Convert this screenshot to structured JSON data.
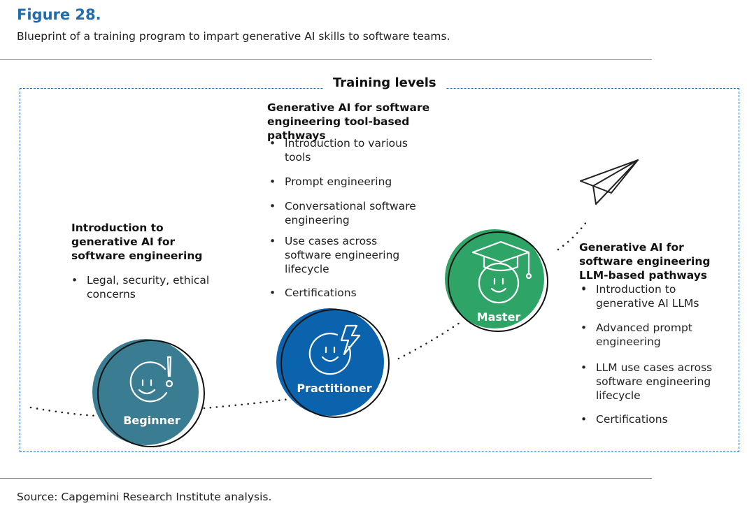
{
  "figure": {
    "title": "Figure 28.",
    "subtitle": "Blueprint of a training program to impart generative AI skills to software teams."
  },
  "diagram": {
    "frame_title": "Training levels",
    "levels": [
      {
        "label": "Beginner",
        "color": "#3a7d93",
        "icon": "smiley-exclamation-icon",
        "heading": "Introduction to generative AI for software engineering",
        "bullets": [
          "Legal, security, ethical concerns"
        ]
      },
      {
        "label": "Practitioner",
        "color": "#0b63ad",
        "icon": "smiley-lightning-icon",
        "heading": "Generative AI for software engineering tool-based pathways",
        "bullets": [
          "Introduction to various tools",
          "Prompt engineering",
          "Conversational software engineering",
          "Use cases across software engineering lifecycle",
          "Certifications"
        ]
      },
      {
        "label": "Master",
        "color": "#2ea466",
        "icon": "smiley-graduation-cap-icon",
        "heading": "Generative AI for software engineering LLM-based pathways",
        "bullets": [
          "",
          "Introduction to generative AI LLMs",
          "Advanced prompt engineering",
          "LLM use cases across software engineering lifecycle",
          "Certifications"
        ]
      }
    ],
    "end_icon": "paper-plane-icon"
  },
  "source": "Source: Capgemini Research Institute analysis."
}
